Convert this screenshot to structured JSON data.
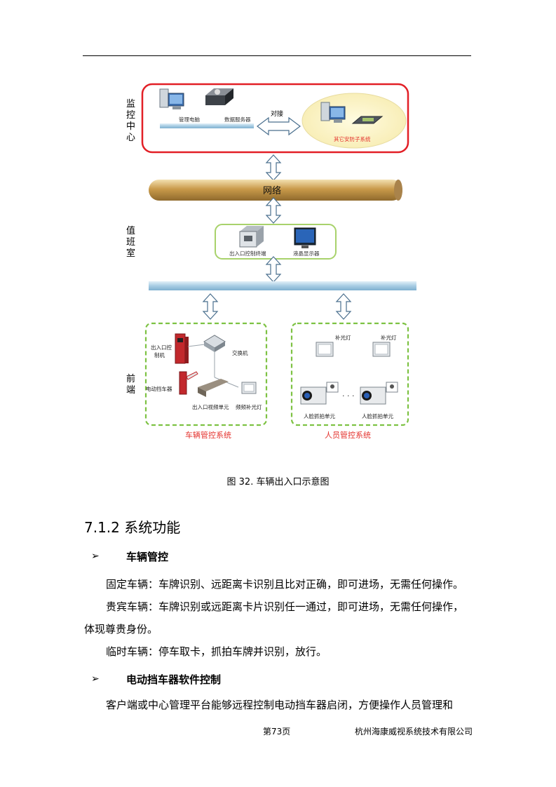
{
  "diagram": {
    "zones": {
      "monitor_center": "监控中心",
      "duty_room": "值班室",
      "front_end": "前端"
    },
    "monitor": {
      "mgmt_pc": "管理电脑",
      "data_server": "数据服务器",
      "docking": "对接",
      "other_system": "其它安防子系统"
    },
    "network": "网络",
    "duty": {
      "terminal": "出入口控制终端",
      "lcd": "液晶显示器"
    },
    "vehicle": {
      "controller": [
        "出入口控",
        "制机"
      ],
      "switch": "交换机",
      "barrier": "电动挡车器",
      "video_unit": "出入口视频单元",
      "fill_light": "频频补光灯",
      "system_label": "车辆管控系统"
    },
    "person": {
      "fill_light_1": "补光灯",
      "fill_light_2": "补光灯",
      "dots": "· · ·",
      "face_unit_1": "人脸抓拍单元",
      "face_unit_2": "人脸抓拍单元",
      "system_label": "人员管控系统"
    }
  },
  "caption": "图 32. 车辆出入口示意图",
  "section_heading": "7.1.2 系统功能",
  "bullets": [
    {
      "marker": "➢",
      "title": "车辆管控",
      "paragraphs": [
        "固定车辆：车牌识别、远距离卡识别且比对正确，即可进场，无需任何操作。",
        "贵宾车辆：车牌识别或远距离卡片识别任一通过，即可进场，无需任何操作，",
        "体现尊贵身份。",
        "临时车辆：停车取卡，抓拍车牌并识别，放行。"
      ]
    },
    {
      "marker": "➢",
      "title": "电动挡车器软件控制",
      "paragraphs": [
        "客户端或中心管理平台能够远程控制电动挡车器启闭，方便操作人员管理和"
      ]
    }
  ],
  "footer": {
    "page": "第73页",
    "company": "杭州海康威视系统技术有限公司"
  },
  "colors": {
    "red_frame": "#e21f26",
    "green_frame": "#7dc243",
    "network_gold": "#c9a25a",
    "bus_blue": "#a9cde3",
    "red_label": "#e4332e"
  }
}
